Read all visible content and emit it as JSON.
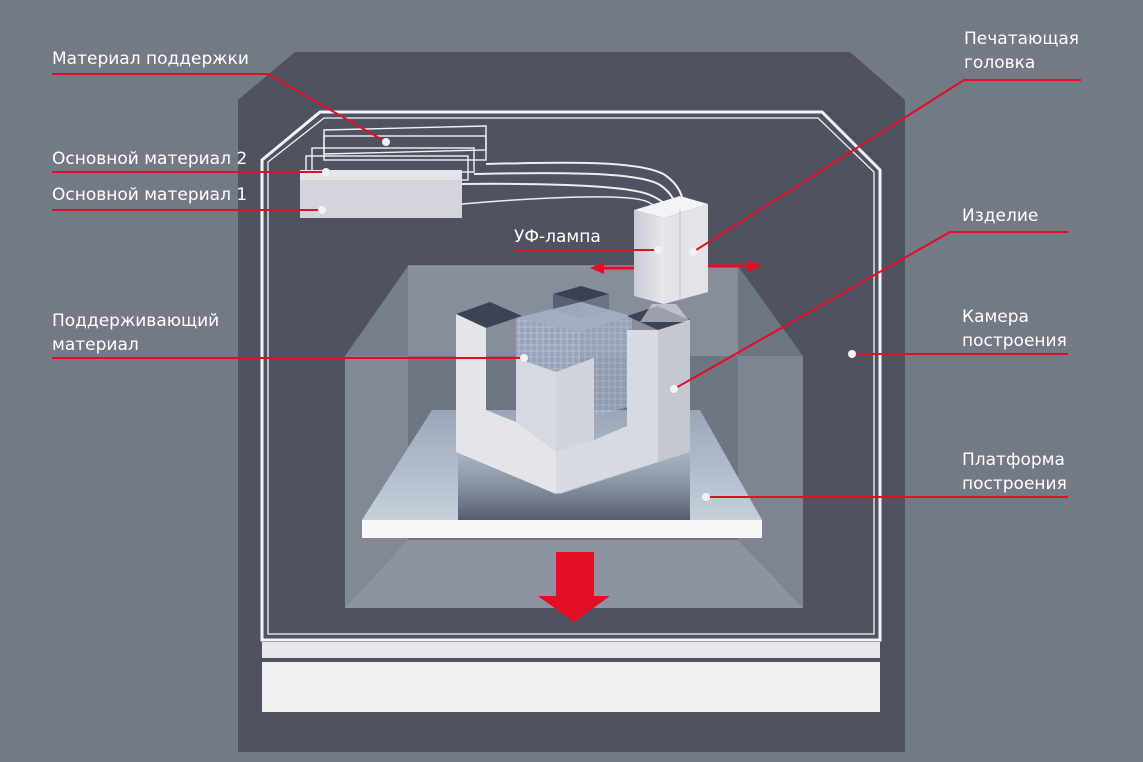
{
  "labels": {
    "support_material": "Материал поддержки",
    "main_material_2": "Основной материал 2",
    "main_material_1": "Основной материал 1",
    "print_head_line1": "Печатающая",
    "print_head_line2": "головка",
    "uv_lamp": "УФ-лампа",
    "product": "Изделие",
    "supporting_material_line1": "Поддерживающий",
    "supporting_material_line2": "материал",
    "build_chamber_line1": "Камера",
    "build_chamber_line2": "построения",
    "build_platform_line1": "Платформа",
    "build_platform_line2": "построения"
  },
  "colors": {
    "background": "#747986",
    "housing": "#4f5261",
    "accent_red": "#e30d25",
    "label_text": "#ffffff",
    "platform": "#d6dde6"
  },
  "icons": {
    "platform_motion": "down-arrow-icon",
    "head_motion": "left-right-arrow-icon"
  }
}
